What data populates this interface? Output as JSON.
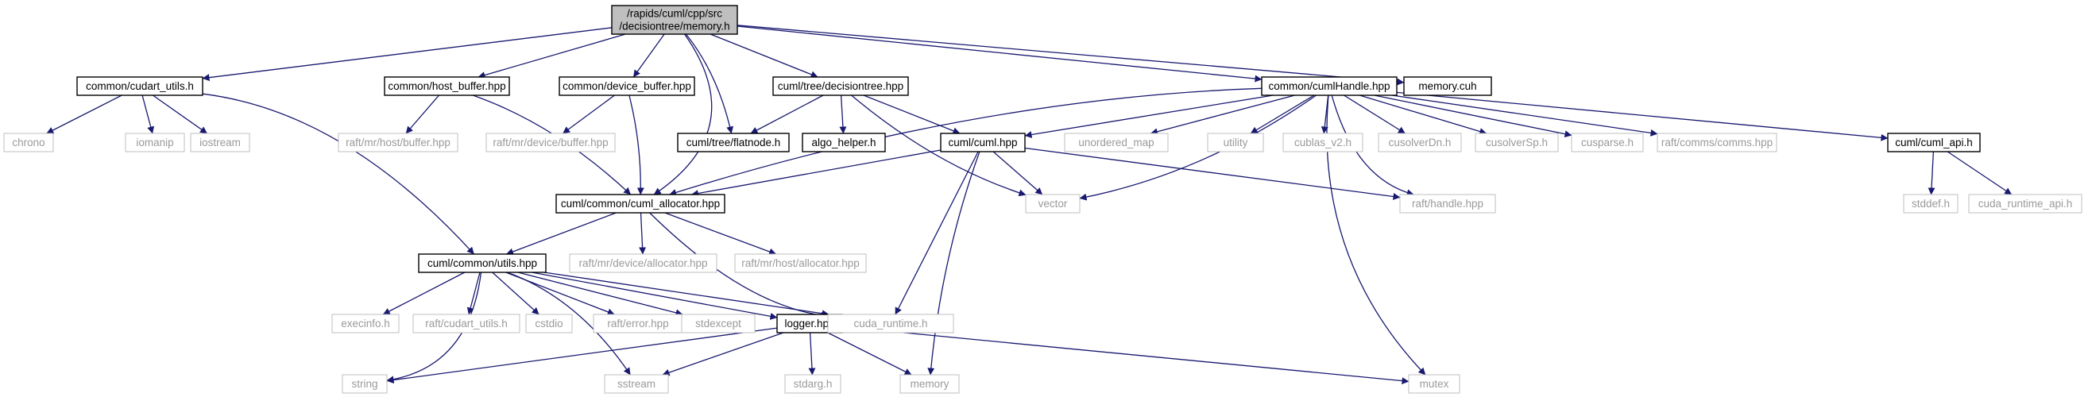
{
  "colors": {
    "edge": "#191970",
    "root_fill": "#bfbfbf",
    "internal_border": "#000000",
    "external_border": "#bfbfbf",
    "external_text": "#9a9a9a"
  },
  "nodes": {
    "root": {
      "lines": [
        "/rapids/cuml/cpp/src",
        "/decisiontree/memory.h"
      ],
      "kind": "root"
    },
    "cudart_utils": {
      "lines": [
        "common/cudart_utils.h"
      ],
      "kind": "internal"
    },
    "host_buffer": {
      "lines": [
        "common/host_buffer.hpp"
      ],
      "kind": "internal"
    },
    "device_buffer": {
      "lines": [
        "common/device_buffer.hpp"
      ],
      "kind": "internal"
    },
    "decisiontree_hpp": {
      "lines": [
        "cuml/tree/decisiontree.hpp"
      ],
      "kind": "internal"
    },
    "cumlhandle": {
      "lines": [
        "common/cumlHandle.hpp"
      ],
      "kind": "internal"
    },
    "memory_cuh": {
      "lines": [
        "memory.cuh"
      ],
      "kind": "internal"
    },
    "chrono": {
      "lines": [
        "chrono"
      ],
      "kind": "external"
    },
    "iomanip": {
      "lines": [
        "iomanip"
      ],
      "kind": "external"
    },
    "iostream": {
      "lines": [
        "iostream"
      ],
      "kind": "external"
    },
    "raft_host_buffer": {
      "lines": [
        "raft/mr/host/buffer.hpp"
      ],
      "kind": "external"
    },
    "raft_device_buffer": {
      "lines": [
        "raft/mr/device/buffer.hpp"
      ],
      "kind": "external"
    },
    "flatnode": {
      "lines": [
        "cuml/tree/flatnode.h"
      ],
      "kind": "internal"
    },
    "algo_helper": {
      "lines": [
        "algo_helper.h"
      ],
      "kind": "internal"
    },
    "cuml_hpp": {
      "lines": [
        "cuml/cuml.hpp"
      ],
      "kind": "internal"
    },
    "unordered_map": {
      "lines": [
        "unordered_map"
      ],
      "kind": "external"
    },
    "utility": {
      "lines": [
        "utility"
      ],
      "kind": "external"
    },
    "cublas": {
      "lines": [
        "cublas_v2.h"
      ],
      "kind": "external"
    },
    "cusolverdn": {
      "lines": [
        "cusolverDn.h"
      ],
      "kind": "external"
    },
    "cusolversp": {
      "lines": [
        "cusolverSp.h"
      ],
      "kind": "external"
    },
    "cusparse": {
      "lines": [
        "cusparse.h"
      ],
      "kind": "external"
    },
    "raft_comms": {
      "lines": [
        "raft/comms/comms.hpp"
      ],
      "kind": "external"
    },
    "cuml_api": {
      "lines": [
        "cuml/cuml_api.h"
      ],
      "kind": "internal"
    },
    "stddef": {
      "lines": [
        "stddef.h"
      ],
      "kind": "external"
    },
    "cuda_runtime_api": {
      "lines": [
        "cuda_runtime_api.h"
      ],
      "kind": "external"
    },
    "cuml_allocator": {
      "lines": [
        "cuml/common/cuml_allocator.hpp"
      ],
      "kind": "internal"
    },
    "vector": {
      "lines": [
        "vector"
      ],
      "kind": "external"
    },
    "raft_handle": {
      "lines": [
        "raft/handle.hpp"
      ],
      "kind": "external"
    },
    "common_utils": {
      "lines": [
        "cuml/common/utils.hpp"
      ],
      "kind": "internal"
    },
    "raft_device_allocator": {
      "lines": [
        "raft/mr/device/allocator.hpp"
      ],
      "kind": "external"
    },
    "raft_host_allocator": {
      "lines": [
        "raft/mr/host/allocator.hpp"
      ],
      "kind": "external"
    },
    "execinfo": {
      "lines": [
        "execinfo.h"
      ],
      "kind": "external"
    },
    "raft_cudart_utils": {
      "lines": [
        "raft/cudart_utils.h"
      ],
      "kind": "external"
    },
    "cstdio": {
      "lines": [
        "cstdio"
      ],
      "kind": "external"
    },
    "raft_error": {
      "lines": [
        "raft/error.hpp"
      ],
      "kind": "external"
    },
    "stdexcept": {
      "lines": [
        "stdexcept"
      ],
      "kind": "external"
    },
    "logger": {
      "lines": [
        "logger.hpp"
      ],
      "kind": "internal"
    },
    "cuda_runtime": {
      "lines": [
        "cuda_runtime.h"
      ],
      "kind": "external"
    },
    "string": {
      "lines": [
        "string"
      ],
      "kind": "external"
    },
    "sstream": {
      "lines": [
        "sstream"
      ],
      "kind": "external"
    },
    "stdarg": {
      "lines": [
        "stdarg.h"
      ],
      "kind": "external"
    },
    "memory": {
      "lines": [
        "memory"
      ],
      "kind": "external"
    },
    "mutex": {
      "lines": [
        "mutex"
      ],
      "kind": "external"
    }
  },
  "edges": [
    [
      "root",
      "cudart_utils"
    ],
    [
      "root",
      "host_buffer"
    ],
    [
      "root",
      "device_buffer"
    ],
    [
      "root",
      "decisiontree_hpp"
    ],
    [
      "root",
      "cumlhandle"
    ],
    [
      "root",
      "memory_cuh"
    ],
    [
      "root",
      "flatnode"
    ],
    [
      "root",
      "cuml_allocator"
    ],
    [
      "cudart_utils",
      "chrono"
    ],
    [
      "cudart_utils",
      "iomanip"
    ],
    [
      "cudart_utils",
      "iostream"
    ],
    [
      "cudart_utils",
      "common_utils"
    ],
    [
      "host_buffer",
      "raft_host_buffer"
    ],
    [
      "host_buffer",
      "cuml_allocator"
    ],
    [
      "device_buffer",
      "raft_device_buffer"
    ],
    [
      "device_buffer",
      "cuml_allocator"
    ],
    [
      "decisiontree_hpp",
      "flatnode"
    ],
    [
      "decisiontree_hpp",
      "algo_helper"
    ],
    [
      "decisiontree_hpp",
      "cuml_hpp"
    ],
    [
      "decisiontree_hpp",
      "vector"
    ],
    [
      "cumlhandle",
      "cuml_hpp"
    ],
    [
      "cumlhandle",
      "unordered_map"
    ],
    [
      "cumlhandle",
      "utility"
    ],
    [
      "cumlhandle",
      "cublas"
    ],
    [
      "cumlhandle",
      "cusolverdn"
    ],
    [
      "cumlhandle",
      "cusolversp"
    ],
    [
      "cumlhandle",
      "cusparse"
    ],
    [
      "cumlhandle",
      "raft_comms"
    ],
    [
      "cumlhandle",
      "cuml_api"
    ],
    [
      "cumlhandle",
      "vector"
    ],
    [
      "cumlhandle",
      "raft_handle"
    ],
    [
      "cumlhandle",
      "cuml_allocator"
    ],
    [
      "cumlhandle",
      "mutex"
    ],
    [
      "cuml_hpp",
      "cuml_allocator"
    ],
    [
      "cuml_hpp",
      "vector"
    ],
    [
      "cuml_hpp",
      "raft_handle"
    ],
    [
      "cuml_hpp",
      "cuda_runtime"
    ],
    [
      "cuml_hpp",
      "memory"
    ],
    [
      "cuml_api",
      "stddef"
    ],
    [
      "cuml_api",
      "cuda_runtime_api"
    ],
    [
      "cuml_allocator",
      "common_utils"
    ],
    [
      "cuml_allocator",
      "raft_device_allocator"
    ],
    [
      "cuml_allocator",
      "raft_host_allocator"
    ],
    [
      "cuml_allocator",
      "cuda_runtime"
    ],
    [
      "common_utils",
      "execinfo"
    ],
    [
      "common_utils",
      "raft_cudart_utils"
    ],
    [
      "common_utils",
      "cstdio"
    ],
    [
      "common_utils",
      "raft_error"
    ],
    [
      "common_utils",
      "stdexcept"
    ],
    [
      "common_utils",
      "logger"
    ],
    [
      "common_utils",
      "cuda_runtime"
    ],
    [
      "common_utils",
      "string"
    ],
    [
      "common_utils",
      "sstream"
    ],
    [
      "logger",
      "string"
    ],
    [
      "logger",
      "sstream"
    ],
    [
      "logger",
      "stdarg"
    ],
    [
      "logger",
      "memory"
    ],
    [
      "logger",
      "mutex"
    ]
  ]
}
